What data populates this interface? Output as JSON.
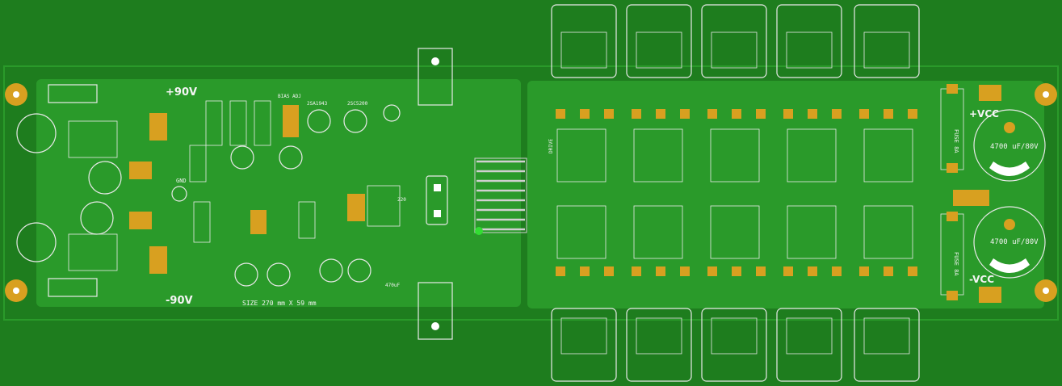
{
  "colors": {
    "board": "#1e7d1e",
    "copper_pour": "#2a9a2a",
    "pad": "#d8a020",
    "silkscreen": "#e9e9e9"
  },
  "labels": {
    "plus_90v": "+90V",
    "minus_90v": "-90V",
    "size": "SIZE 270 mm X 59 mm",
    "plus_vcc": "+VCC",
    "minus_vcc": "-VCC",
    "cap_upper": "4700 uF/80V",
    "cap_lower": "4700 uF/80V",
    "fuse_upper": "FUSE 8A",
    "fuse_lower": "FUSE 8A",
    "gnd": "GND",
    "ksa_1": "2SA1943",
    "ksa_2": "2SC5200",
    "c_470uf": "470uF",
    "c_220": "220",
    "bias_adj": "BIAS ADJ",
    "drive": "DRIVE"
  }
}
